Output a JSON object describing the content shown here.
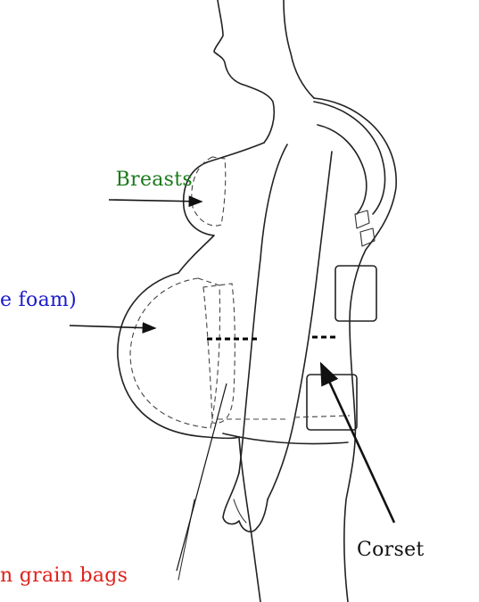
{
  "labels": {
    "breasts": "Breasts",
    "belly_foam": "e foam)",
    "grain_bags": "n grain bags",
    "corset": "Corset"
  },
  "colors": {
    "breasts": "#1a7a1a",
    "belly_foam": "#1a1acc",
    "grain_bags": "#e0201a",
    "corset": "#111111"
  }
}
